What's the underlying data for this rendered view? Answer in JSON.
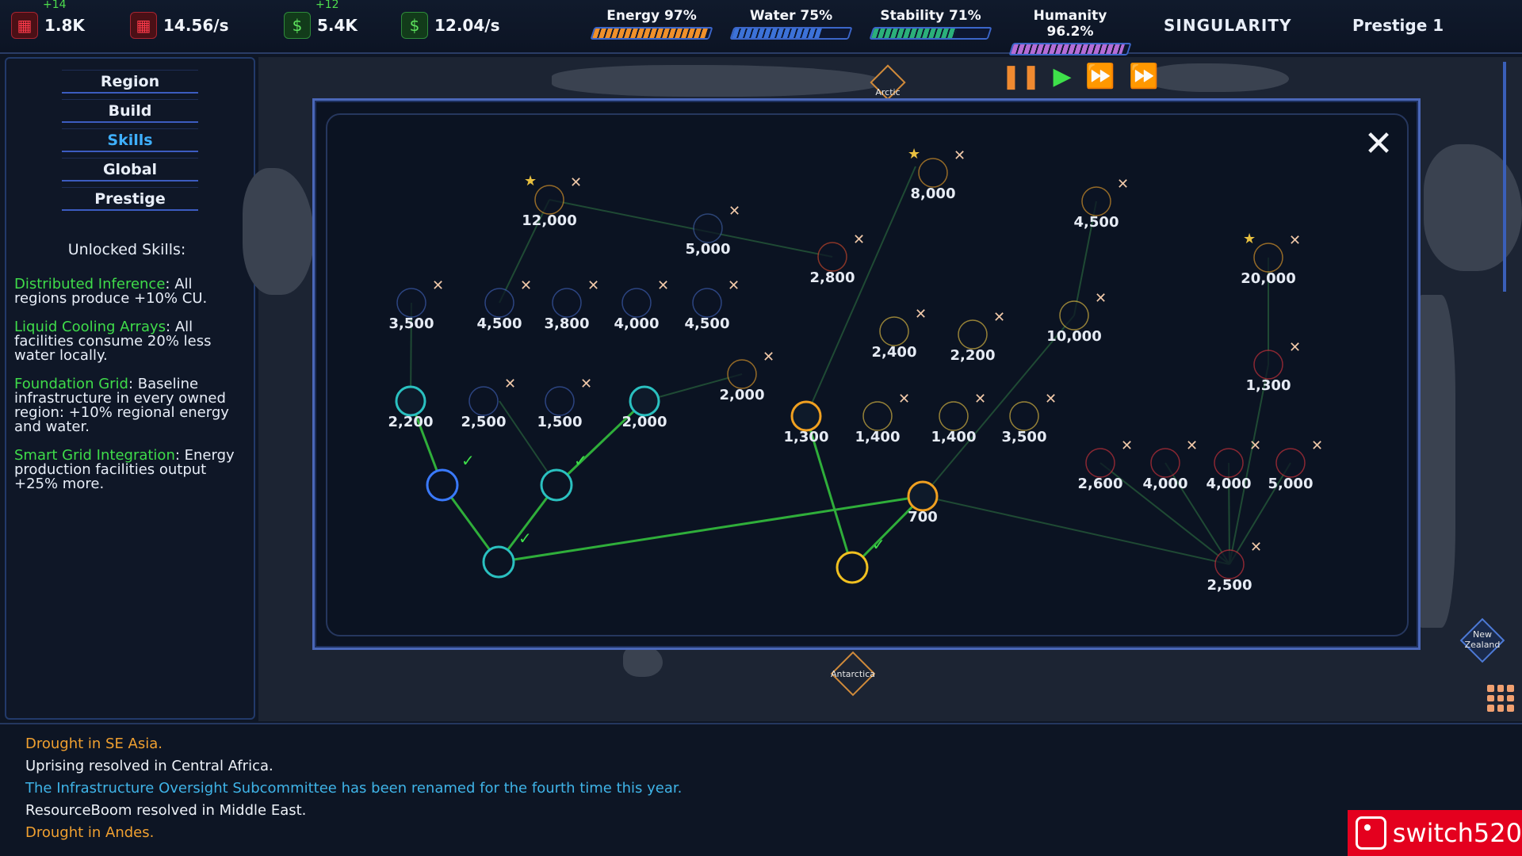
{
  "resources": {
    "compute": {
      "value": "1.8K",
      "delta": "+14",
      "icon": "compute-chip-icon"
    },
    "compute_rate": {
      "value": "14.56/s",
      "icon": "compute-rate-icon"
    },
    "cash": {
      "value": "5.4K",
      "delta": "+12",
      "icon": "cash-icon"
    },
    "cash_rate": {
      "value": "12.04/s",
      "icon": "cash-rate-icon"
    }
  },
  "stats": [
    {
      "label": "Energy 97%",
      "level": 0.97,
      "color": "#f0902a"
    },
    {
      "label": "Water 75%",
      "level": 0.75,
      "color": "#3c72d8"
    },
    {
      "label": "Stability 71%",
      "level": 0.71,
      "color": "#2bb07a"
    },
    {
      "label": "Humanity 96.2%",
      "level": 0.962,
      "color": "#b46cd6"
    }
  ],
  "mode": "SINGULARITY",
  "prestige": "Prestige 1",
  "nav": [
    "Region",
    "Build",
    "Skills",
    "Global",
    "Prestige"
  ],
  "nav_active": "Skills",
  "unlocked_title": "Unlocked Skills:",
  "unlocked_skills": [
    {
      "name": "Distributed Inference",
      "desc": ": All regions produce +10% CU."
    },
    {
      "name": "Liquid Cooling Arrays",
      "desc": ": All facilities consume 20% less water locally."
    },
    {
      "name": "Foundation Grid",
      "desc": ": Baseline infrastructure in every owned region: +10% regional energy and water."
    },
    {
      "name": "Smart Grid Integration",
      "desc": ": Energy production facilities output +25% more."
    }
  ],
  "map_labels": {
    "arctic": "Arctic",
    "antarctica": "Antarctica",
    "new_zealand": "New Zealand"
  },
  "skill_costs": [
    "12,000",
    "5,000",
    "8,000",
    "4,500",
    "20,000",
    "2,800",
    "3,500",
    "4,500",
    "3,800",
    "4,000",
    "4,500",
    "2,000",
    "2,400",
    "2,200",
    "10,000",
    "1,300",
    "2,200",
    "2,500",
    "1,500",
    "2,000",
    "1,300",
    "1,400",
    "1,400",
    "3,500",
    "2,600",
    "4,000",
    "4,000",
    "5,000",
    "700",
    "2,500"
  ],
  "log": [
    {
      "text": "Drought in SE Asia.",
      "color": "#f0a030"
    },
    {
      "text": "Uprising resolved in Central Africa.",
      "color": "#eef2f8"
    },
    {
      "text": "The Infrastructure Oversight Subcommittee has been renamed for the fourth time this year.",
      "color": "#3fb4e8"
    },
    {
      "text": "ResourceBoom resolved in Middle East.",
      "color": "#eef2f8"
    },
    {
      "text": "Drought in Andes.",
      "color": "#f0a030"
    }
  ],
  "watermark": "switch520"
}
